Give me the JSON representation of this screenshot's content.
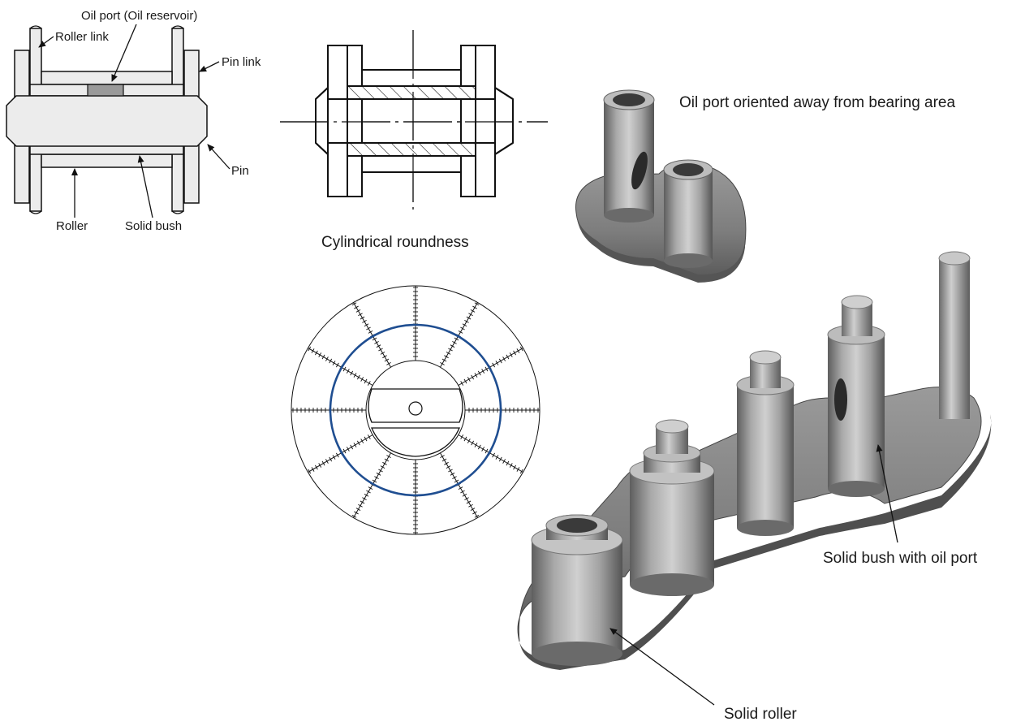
{
  "cross_section": {
    "oil_port_label": "Oil port (Oil reservoir)",
    "roller_link_label": "Roller link",
    "pin_link_label": "Pin link",
    "pin_label": "Pin",
    "roller_label": "Roller",
    "solid_bush_label": "Solid bush"
  },
  "roundness": {
    "caption": "Cylindrical roundness"
  },
  "photos": {
    "oil_port_orientation_label": "Oil port oriented away from bearing area",
    "solid_bush_oil_port_label": "Solid bush with oil port",
    "solid_roller_label": "Solid roller"
  },
  "colors": {
    "roundness_circle": "#1f4e91",
    "oil_port_fill": "#9a9a9a",
    "part_fill": "#ececec",
    "metal": "#8c8c8c"
  }
}
